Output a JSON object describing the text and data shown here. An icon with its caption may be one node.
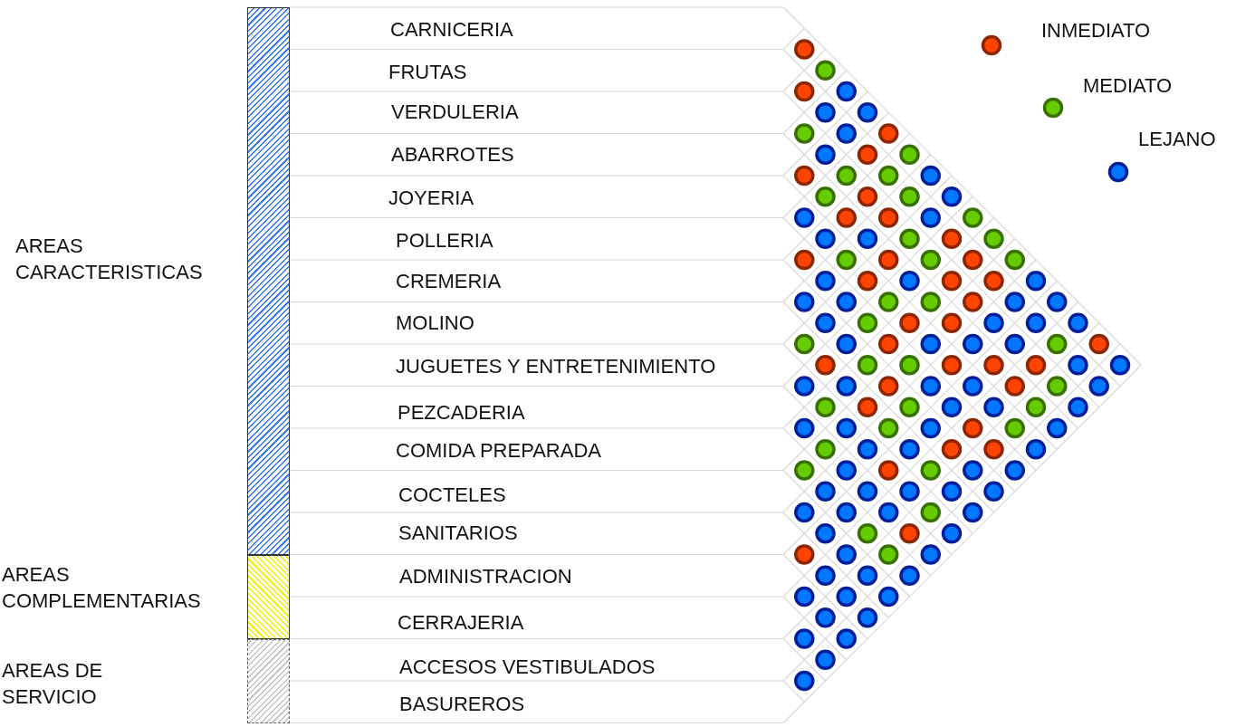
{
  "diagram": {
    "nodes": [
      {
        "text": [
          "AREAS CARACTERISTICAS"
        ]
      },
      {
        "text": [],
        "shape": "bar"
      },
      {
        "text": [
          "AREAS COMPLEMENTARIAS"
        ]
      },
      {
        "text": [],
        "shape": "bar"
      },
      {
        "text": [
          "AREAS DE SERVICIO"
        ]
      },
      {
        "text": [],
        "shape": "bar"
      },
      {
        "text": [
          "CARNICERIA"
        ]
      },
      {
        "text": [
          "FRUTAS"
        ]
      },
      {
        "text": [
          "VERDULERIA"
        ]
      },
      {
        "text": [
          "ABARROTES"
        ]
      },
      {
        "text": [
          "JOYERIA"
        ]
      },
      {
        "text": [
          "POLLERIA"
        ]
      },
      {
        "text": [
          "CREMERIA"
        ]
      },
      {
        "text": [
          "MOLINO"
        ]
      },
      {
        "text": [
          "JUGUETES Y ENTRETENIMIENTO"
        ]
      },
      {
        "text": [
          "PEZCADERIA"
        ]
      },
      {
        "text": [
          "COMIDA PREPARADA"
        ]
      },
      {
        "text": [
          "COCTELES"
        ]
      },
      {
        "text": [
          "SANITARIOS"
        ]
      },
      {
        "text": [
          "ADMINISTRACION"
        ]
      },
      {
        "text": [
          "CERRAJERIA"
        ]
      },
      {
        "text": [
          "ACCESOS VESTIBULADOS"
        ]
      },
      {
        "text": [
          "BASUREROS"
        ]
      }
    ],
    "edges": [],
    "legend": [
      {
        "text": "INMEDIATO",
        "color": "#ff4400"
      },
      {
        "text": "MEDIATO",
        "color": "#66cc00"
      },
      {
        "text": "LEJANO",
        "color": "#0077ff"
      }
    ]
  }
}
